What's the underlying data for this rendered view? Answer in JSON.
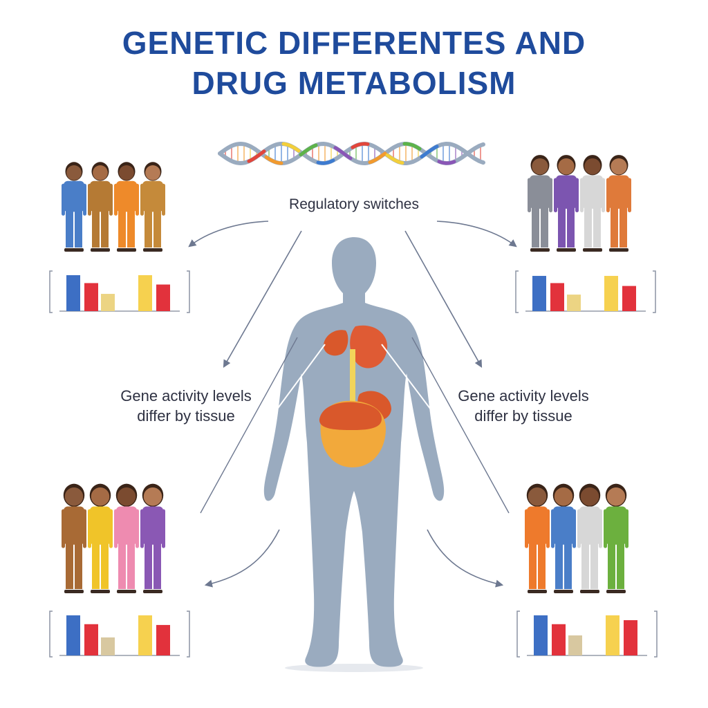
{
  "title": {
    "line1": "GENETIC DIFFERENTES AND",
    "line2": "DRUG METABOLISM",
    "color": "#1f4b9c"
  },
  "labels": {
    "regulatory": "Regulatory switches",
    "gene_left_line1": "Gene activity levels",
    "gene_left_line2": "differ by tissue",
    "gene_right_line1": "Gene activity levels",
    "gene_right_line2": "differ by tissue"
  },
  "colors": {
    "body": "#9aabbf",
    "arrow": "#6d7890",
    "liver": "#d9582b",
    "stomach": "#f2a93b",
    "bar_blue": "#3d6fc4",
    "bar_red": "#e2323c",
    "bar_tan": "#ecd483",
    "bar_yellow": "#f6d14f",
    "bar_beige": "#d8c8a0"
  },
  "groups": [
    {
      "id": "top-left",
      "outfit_colors": [
        "#4a7ec8",
        "#b57a34",
        "#ee8a2a",
        "#c58a3a"
      ]
    },
    {
      "id": "top-right",
      "outfit_colors": [
        "#8a8e98",
        "#7c55b0",
        "#d7d7d7",
        "#df7a3a"
      ]
    },
    {
      "id": "bottom-left",
      "outfit_colors": [
        "#a86a35",
        "#f0c429",
        "#ee8bb0",
        "#8a58b4"
      ]
    },
    {
      "id": "bottom-right",
      "outfit_colors": [
        "#ee7a2c",
        "#4a7ec8",
        "#d7d7d7",
        "#6cb03e"
      ]
    }
  ],
  "charts": [
    {
      "id": "top-left",
      "bars": [
        {
          "v": 1.0,
          "c": "bar_blue"
        },
        {
          "v": 0.78,
          "c": "bar_red"
        },
        {
          "v": 0.48,
          "c": "bar_tan"
        },
        {
          "v": 1.0,
          "c": "bar_yellow"
        },
        {
          "v": 0.74,
          "c": "bar_red"
        }
      ]
    },
    {
      "id": "top-right",
      "bars": [
        {
          "v": 0.98,
          "c": "bar_blue"
        },
        {
          "v": 0.78,
          "c": "bar_red"
        },
        {
          "v": 0.46,
          "c": "bar_tan"
        },
        {
          "v": 0.98,
          "c": "bar_yellow"
        },
        {
          "v": 0.7,
          "c": "bar_red"
        }
      ]
    },
    {
      "id": "bottom-left",
      "bars": [
        {
          "v": 1.0,
          "c": "bar_blue"
        },
        {
          "v": 0.78,
          "c": "bar_red"
        },
        {
          "v": 0.45,
          "c": "bar_beige"
        },
        {
          "v": 1.0,
          "c": "bar_yellow"
        },
        {
          "v": 0.76,
          "c": "bar_red"
        }
      ]
    },
    {
      "id": "bottom-right",
      "bars": [
        {
          "v": 1.0,
          "c": "bar_blue"
        },
        {
          "v": 0.78,
          "c": "bar_red"
        },
        {
          "v": 0.5,
          "c": "bar_beige"
        },
        {
          "v": 1.0,
          "c": "bar_yellow"
        },
        {
          "v": 0.88,
          "c": "bar_red"
        }
      ]
    }
  ]
}
